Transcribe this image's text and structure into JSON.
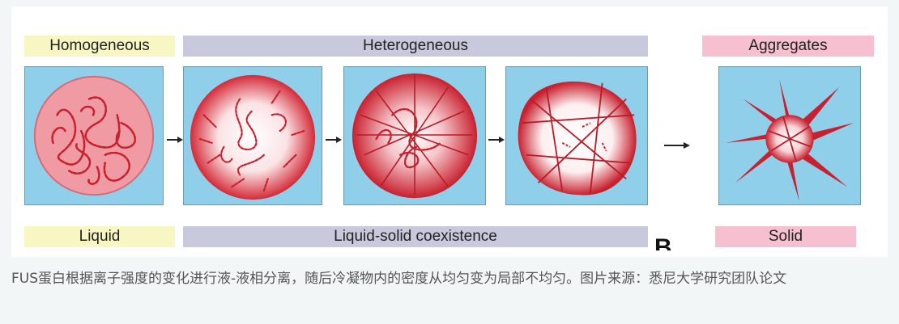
{
  "labels": {
    "homogeneous": "Homogeneous",
    "heterogeneous": "Heterogeneous",
    "aggregates": "Aggregates",
    "liquid": "Liquid",
    "coexistence": "Liquid-solid coexistence",
    "solid": "Solid"
  },
  "cut_letter": "B",
  "caption": "FUS蛋白根据离子强度的变化进行液-液相分离，随后冷凝物内的密度从均匀变为局部不均匀。图片来源：悉尼大学研究团队论文",
  "colors": {
    "panel_bg": "#8fcfe9",
    "droplet_red": "#c8202e",
    "droplet_pink": "#f09aa4",
    "label_yellow": "#f8f7c3",
    "label_lavender": "#c9c9dd",
    "label_pink": "#f7c0d0"
  }
}
